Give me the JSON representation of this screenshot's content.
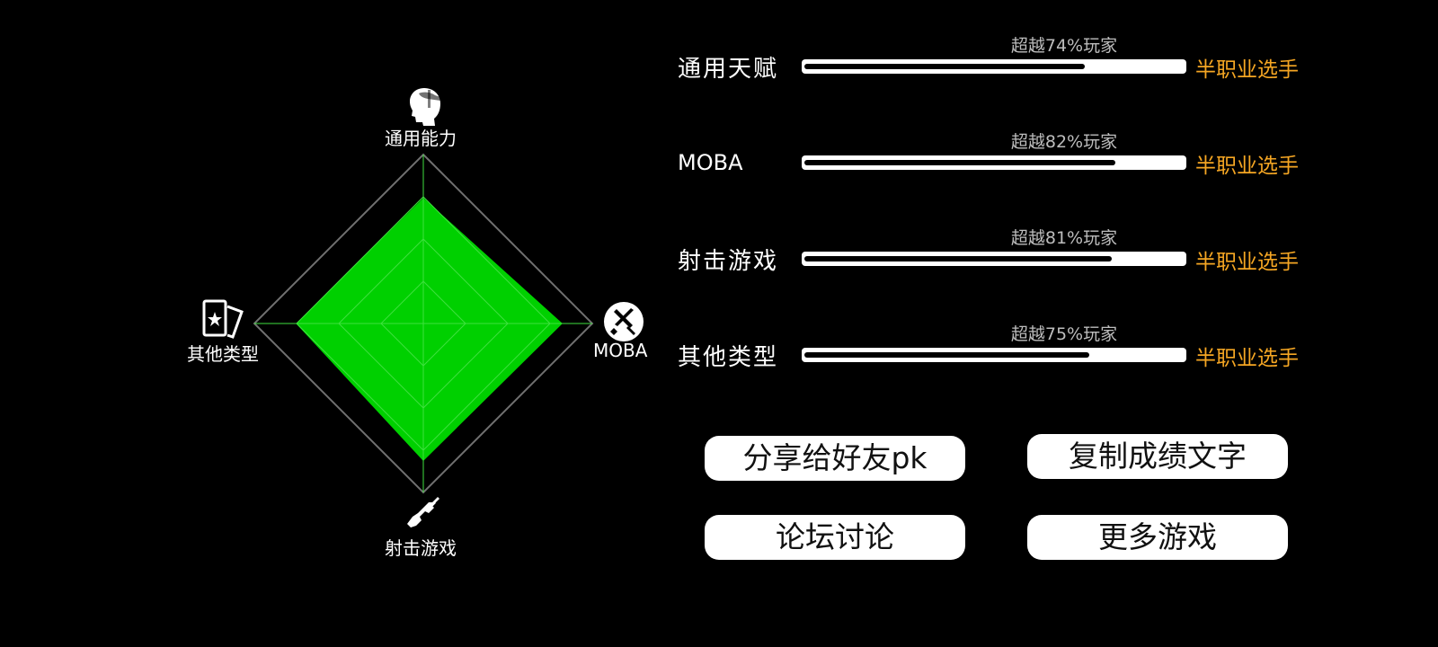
{
  "chart_data": {
    "type": "radar",
    "axes": [
      "通用能力",
      "MOBA",
      "射击游戏",
      "其他类型"
    ],
    "values": [
      0.74,
      0.82,
      0.81,
      0.75
    ],
    "range": [
      0,
      1
    ],
    "grid_levels": 4,
    "fill_color": "#00d000",
    "grid_color": "#707070"
  },
  "radar_icons": [
    "head-profile-icon",
    "moba-swords-icon",
    "rifle-icon",
    "playing-cards-icon"
  ],
  "rows": [
    {
      "name": "通用天赋",
      "percentile": "超越74%玩家",
      "fraction": 0.74,
      "rank": "半职业选手"
    },
    {
      "name": "MOBA",
      "percentile": "超越82%玩家",
      "fraction": 0.82,
      "rank": "半职业选手"
    },
    {
      "name": "射击游戏",
      "percentile": "超越81%玩家",
      "fraction": 0.81,
      "rank": "半职业选手"
    },
    {
      "name": "其他类型",
      "percentile": "超越75%玩家",
      "fraction": 0.75,
      "rank": "半职业选手"
    }
  ],
  "buttons": {
    "share": "分享给好友pk",
    "copy": "复制成绩文字",
    "forum": "论坛讨论",
    "more": "更多游戏"
  },
  "colors": {
    "background": "#000000",
    "rank_text": "#f5a623",
    "percentile_text": "#bdbdbd"
  }
}
